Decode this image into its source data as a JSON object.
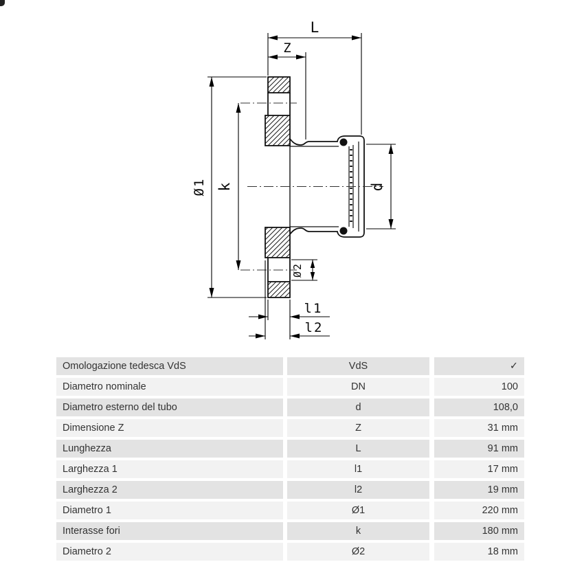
{
  "drawing": {
    "labels": {
      "L": "L",
      "Z": "Z",
      "dia1": "Ø1",
      "k": "k",
      "d": "d",
      "dia2": "Ø2",
      "l1": "l1",
      "l2": "l2"
    }
  },
  "table": {
    "rows": [
      {
        "name": "Omologazione tedesca VdS",
        "symbol": "VdS",
        "value": "✓"
      },
      {
        "name": "Diametro nominale",
        "symbol": "DN",
        "value": "100"
      },
      {
        "name": "Diametro esterno del tubo",
        "symbol": "d",
        "value": "108,0"
      },
      {
        "name": "Dimensione Z",
        "symbol": "Z",
        "value": "31 mm"
      },
      {
        "name": "Lunghezza",
        "symbol": "L",
        "value": "91 mm"
      },
      {
        "name": "Larghezza 1",
        "symbol": "l1",
        "value": "17 mm"
      },
      {
        "name": "Larghezza 2",
        "symbol": "l2",
        "value": "19 mm"
      },
      {
        "name": "Diametro 1",
        "symbol": "Ø1",
        "value": "220 mm"
      },
      {
        "name": "Interasse fori",
        "symbol": "k",
        "value": "180 mm"
      },
      {
        "name": "Diametro 2",
        "symbol": "Ø2",
        "value": "18 mm"
      }
    ],
    "colors": {
      "row_odd": "#e3e3e3",
      "row_even": "#f2f2f2",
      "text": "#333333"
    }
  }
}
